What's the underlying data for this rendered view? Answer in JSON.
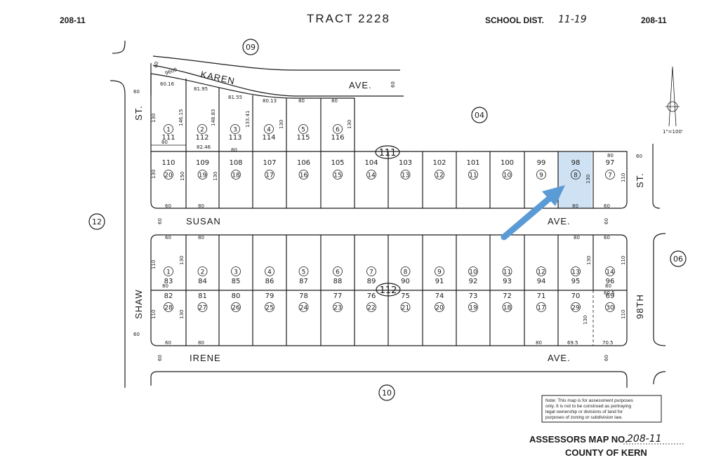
{
  "header": {
    "left_map": "208-11",
    "title": "TRACT 2228",
    "school_dist_label": "SCHOOL DIST.",
    "school_dist_value": "11-19",
    "right_map": "208-11"
  },
  "streets": {
    "karen": "KAREN",
    "karen_ave": "AVE.",
    "susan": "SUSAN",
    "susan_ave": "AVE.",
    "irene": "IRENE",
    "irene_ave": "AVE.",
    "shaw": "SHAW",
    "shaw_st": "ST.",
    "ninety_eighth": "98TH",
    "ninety_eighth_st": "ST."
  },
  "adjacent_maps": [
    "09",
    "04",
    "12",
    "06",
    "10"
  ],
  "blocks": [
    "111",
    "112"
  ],
  "scale": "1\"=100'",
  "top_row_lots": [
    {
      "parcel": "111",
      "lot": "1"
    },
    {
      "parcel": "112",
      "lot": "2"
    },
    {
      "parcel": "113",
      "lot": "3"
    },
    {
      "parcel": "114",
      "lot": "4"
    },
    {
      "parcel": "115",
      "lot": "5"
    },
    {
      "parcel": "116",
      "lot": "6"
    }
  ],
  "block111_lots": [
    {
      "parcel": "110",
      "lot": "20"
    },
    {
      "parcel": "109",
      "lot": "19"
    },
    {
      "parcel": "108",
      "lot": "18"
    },
    {
      "parcel": "107",
      "lot": "17"
    },
    {
      "parcel": "106",
      "lot": "16"
    },
    {
      "parcel": "105",
      "lot": "15"
    },
    {
      "parcel": "104",
      "lot": "14"
    },
    {
      "parcel": "103",
      "lot": "13"
    },
    {
      "parcel": "102",
      "lot": "12"
    },
    {
      "parcel": "101",
      "lot": "11"
    },
    {
      "parcel": "100",
      "lot": "10"
    },
    {
      "parcel": "99",
      "lot": "9"
    },
    {
      "parcel": "98",
      "lot": "8"
    },
    {
      "parcel": "97",
      "lot": "7"
    }
  ],
  "block112_upper": [
    {
      "parcel": "83",
      "lot": "1"
    },
    {
      "parcel": "84",
      "lot": "2"
    },
    {
      "parcel": "85",
      "lot": "3"
    },
    {
      "parcel": "86",
      "lot": "4"
    },
    {
      "parcel": "87",
      "lot": "5"
    },
    {
      "parcel": "88",
      "lot": "6"
    },
    {
      "parcel": "89",
      "lot": "7"
    },
    {
      "parcel": "90",
      "lot": "8"
    },
    {
      "parcel": "91",
      "lot": "9"
    },
    {
      "parcel": "92",
      "lot": "10"
    },
    {
      "parcel": "93",
      "lot": "11"
    },
    {
      "parcel": "94",
      "lot": "12"
    },
    {
      "parcel": "95",
      "lot": "13"
    },
    {
      "parcel": "96",
      "lot": "14"
    }
  ],
  "block112_lower": [
    {
      "parcel": "82",
      "lot": "28"
    },
    {
      "parcel": "81",
      "lot": "27"
    },
    {
      "parcel": "80",
      "lot": "26"
    },
    {
      "parcel": "79",
      "lot": "25"
    },
    {
      "parcel": "78",
      "lot": "24"
    },
    {
      "parcel": "77",
      "lot": "23"
    },
    {
      "parcel": "76",
      "lot": "22"
    },
    {
      "parcel": "75",
      "lot": "21"
    },
    {
      "parcel": "74",
      "lot": "20"
    },
    {
      "parcel": "73",
      "lot": "19"
    },
    {
      "parcel": "72",
      "lot": "18"
    },
    {
      "parcel": "71",
      "lot": "17"
    },
    {
      "parcel": "70",
      "lot": "29"
    },
    {
      "parcel": "69",
      "lot": "30"
    }
  ],
  "dimensions": {
    "d60": "60",
    "d80": "80",
    "d110": "110",
    "d130": "130",
    "d150": "150",
    "d9600": "9600",
    "d6016": "60.16",
    "d8195": "81.95",
    "d8155": "81.55",
    "d8013": "80.13",
    "d14615": "146.15",
    "d14883": "148.83",
    "d13341": "133.41",
    "d8246": "82.46",
    "d695": "69.5",
    "d705": "70.5",
    "d605": "60.5"
  },
  "highlight": {
    "color": "#cfe2f3",
    "arrow_color": "#5b9bd5"
  },
  "note": [
    "Note: This map is for assessment purposes",
    "only. It is not to be construed as portraying",
    "legal ownership or divisions of land for",
    "purposes of zoning or subdivision law."
  ],
  "footer": {
    "assessors_label": "ASSESSORS MAP NO.",
    "assessors_value": "208-11",
    "county": "COUNTY OF KERN"
  }
}
